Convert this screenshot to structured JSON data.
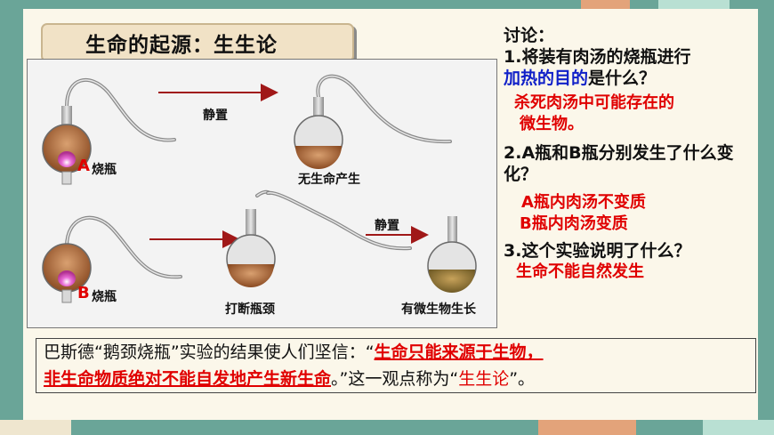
{
  "title": "生命的起源：生生论",
  "experiment": {
    "arrow1_label": "静置",
    "arrow2_label": "静置",
    "flask_a_letter": "A",
    "flask_a_label": "烧瓶",
    "flask_b_letter": "B",
    "flask_b_label": "烧瓶",
    "result_a": "无生命产生",
    "broken_neck": "打断瓶颈",
    "result_b": "有微生物生长"
  },
  "discussion": {
    "heading": "讨论：",
    "q1_prefix": "1.将装有肉汤的烧瓶进行",
    "q1_highlight": "加热的目的",
    "q1_suffix": "是什么？",
    "a1_line1": "杀死肉汤中可能存在的",
    "a1_line2": "微生物。",
    "q2": "2.A瓶和B瓶分别发生了什么变化？",
    "a2_line1": "A瓶内肉汤不变质",
    "a2_line2": "B瓶内肉汤变质",
    "q3": "3.这个实验说明了什么？",
    "a3": "生命不能自然发生"
  },
  "conclusion": {
    "part1": "巴斯德“鹅颈烧瓶”实验的结果使人们坚信：“",
    "quote1": "生命只能来源于生物，",
    "quote2": "非生命物质绝对不能自发地产生新生命",
    "part2": "。”这一观点称为“",
    "term": "生生论",
    "part3": "”。"
  },
  "colors": {
    "background": "#6aa598",
    "answer_red": "#e00000",
    "highlight_blue": "#1020c8",
    "title_bg": "#f1e2c6"
  }
}
